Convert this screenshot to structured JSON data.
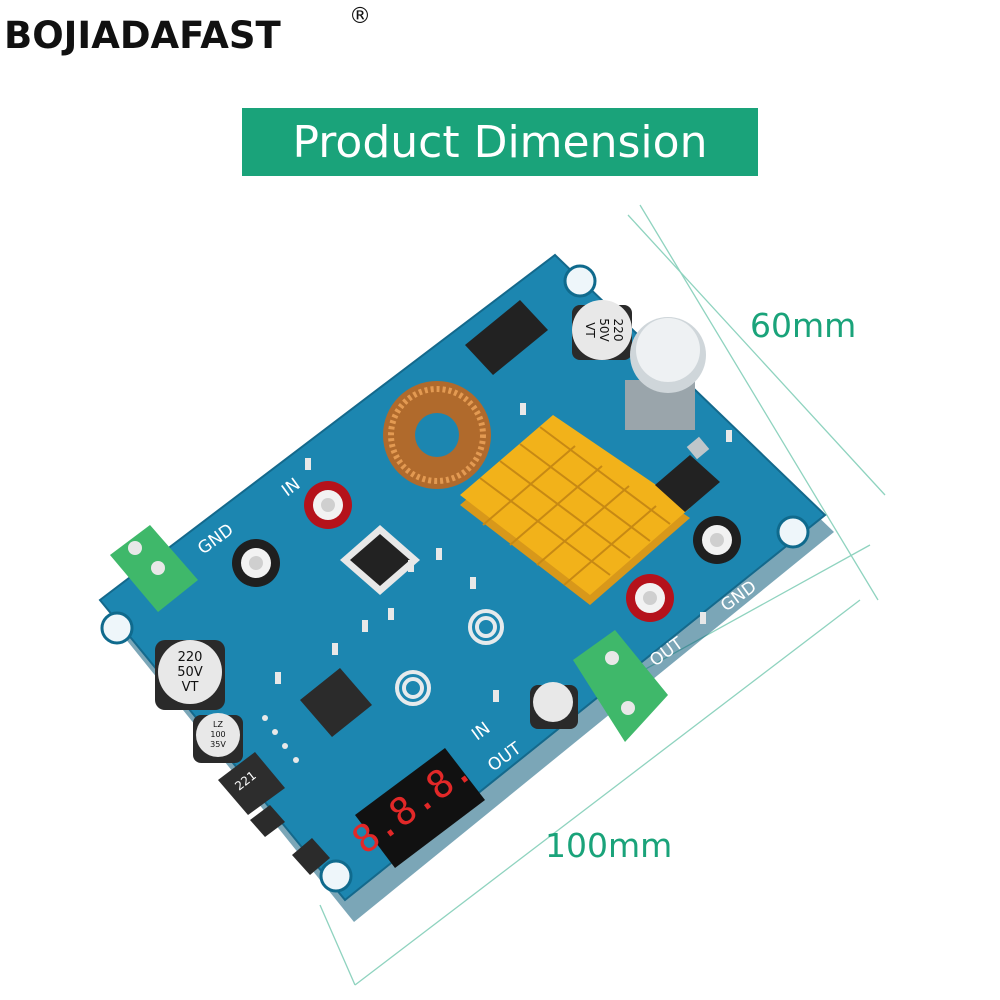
{
  "brand": {
    "name": "BOJIADAFAST",
    "reg_mark": "®"
  },
  "banner": {
    "title": "Product Dimension"
  },
  "dimensions": {
    "height_label": "60mm",
    "width_label": "100mm"
  },
  "board_labels": {
    "in_top": "IN",
    "gnd_left": "GND",
    "out_right": "OUT",
    "gnd_right": "GND",
    "in_display": "IN",
    "out_display": "OUT",
    "cap_left_1": "220",
    "cap_left_2": "50V",
    "cap_left_3": "VT",
    "cap_top_1": "220",
    "cap_top_2": "50V",
    "cap_top_3": "VT",
    "small_cap_1": "LZ",
    "small_cap_2": "100",
    "small_cap_3": "35V",
    "inductor": "221",
    "display_digits": "8.8.8."
  },
  "colors": {
    "board": "#1c86b0",
    "heatsink": "#f2b21a",
    "terminal": "#3fb86a",
    "accent": "#1aa37a"
  }
}
